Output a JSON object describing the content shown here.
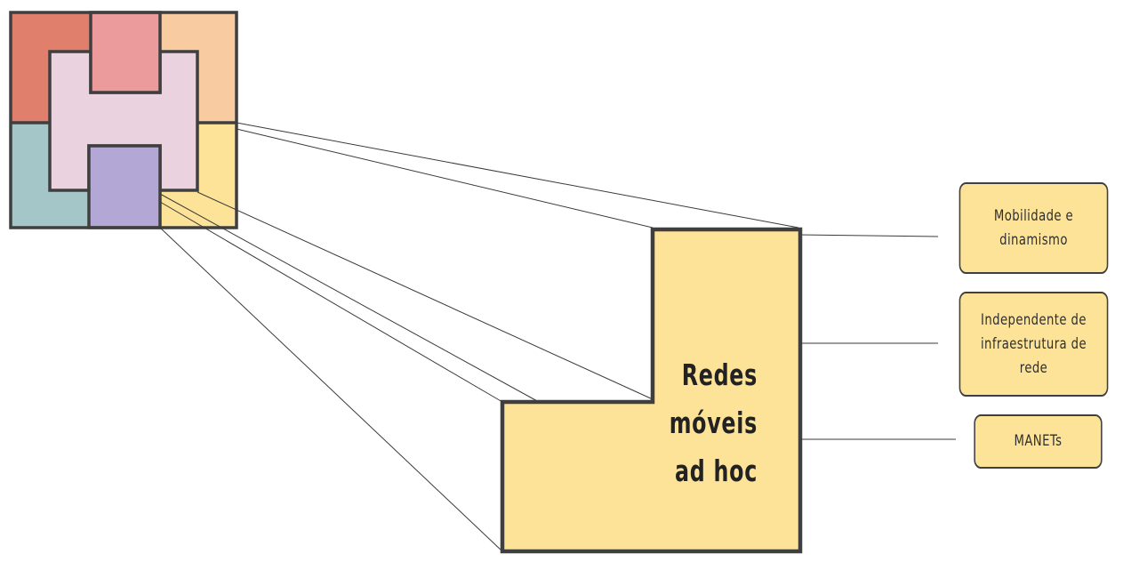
{
  "diagram": {
    "main_label_lines": [
      "Redes",
      "móveis",
      "ad hoc"
    ],
    "features": [
      {
        "lines": [
          "Mobilidade e",
          "dinamismo"
        ]
      },
      {
        "lines": [
          "Independente de",
          "infraestrutura de",
          "rede"
        ]
      },
      {
        "lines": [
          "MANETs"
        ]
      }
    ]
  },
  "colors": {
    "outline": "#3f3f3f",
    "red": "#E07F6B",
    "pink": "#EC9B9D",
    "peach": "#F9CBA0",
    "teal": "#A4C6C9",
    "light_pink": "#EAD3DF",
    "lavender": "#B3A7D6",
    "yellow": "#FDE398"
  }
}
